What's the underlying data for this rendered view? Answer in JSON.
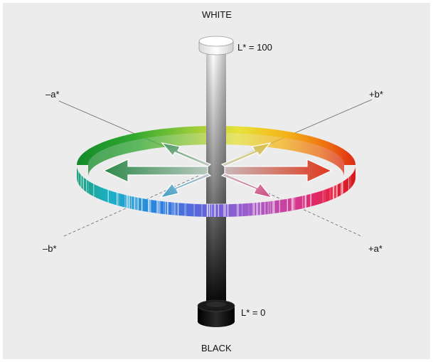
{
  "labels": {
    "white": "WHITE",
    "black": "BLACK",
    "l_max": "L* = 100",
    "l_min": "L* = 0",
    "neg_a": "–a*",
    "pos_a": "+a*",
    "neg_b": "–b*",
    "pos_b": "+b*"
  },
  "colors": {
    "background": "#ececec",
    "text": "#111111",
    "axis_line": "#666666"
  },
  "icons": {
    "white_cap": "white-cylinder-cap",
    "black_base": "black-cylinder-base"
  }
}
